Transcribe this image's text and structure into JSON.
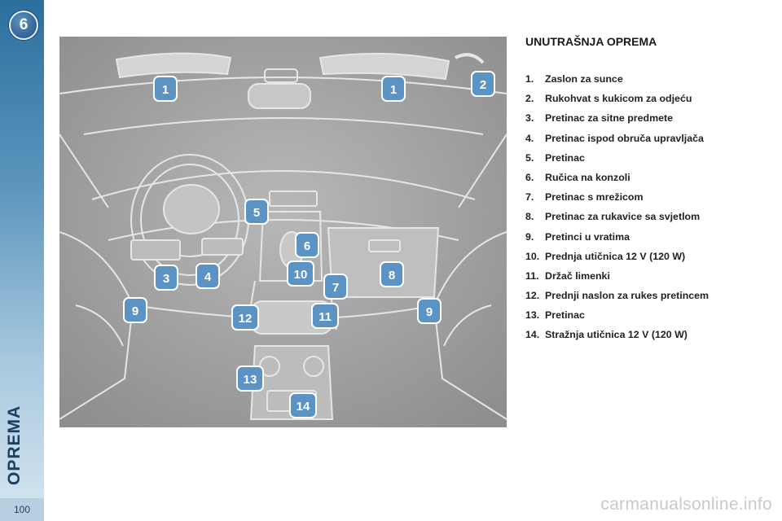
{
  "sidebar": {
    "chapter_number": "6",
    "title": "OPREMA",
    "page_number": "100",
    "color": "#2c6f9c"
  },
  "section": {
    "title": "UNUTRAŠNJA OPREMA"
  },
  "items": [
    {
      "num": "1.",
      "text": "Zaslon za sunce"
    },
    {
      "num": "2.",
      "text": "Rukohvat s kukicom za odjeću"
    },
    {
      "num": "3.",
      "text": "Pretinac za sitne predmete"
    },
    {
      "num": "4.",
      "text": "Pretinac ispod obruča upravljača"
    },
    {
      "num": "5.",
      "text": "Pretinac"
    },
    {
      "num": "6.",
      "text": "Ručica na konzoli"
    },
    {
      "num": "7.",
      "text": "Pretinac s mrežicom"
    },
    {
      "num": "8.",
      "text": "Pretinac za rukavice sa svjetlom"
    },
    {
      "num": "9.",
      "text": "Pretinci u vratima"
    },
    {
      "num": "10.",
      "text": "Prednja utičnica 12 V (120 W)"
    },
    {
      "num": "11.",
      "text": "Držač limenki"
    },
    {
      "num": "12.",
      "text": "Prednji naslon za rukes pretincem"
    },
    {
      "num": "13.",
      "text": "Pretinac"
    },
    {
      "num": "14.",
      "text": "Stražnja utičnica 12 V (120 W)"
    }
  ],
  "illustration": {
    "callout_color": "#5c93c5",
    "callouts": [
      "1",
      "1",
      "2",
      "5",
      "6",
      "3",
      "4",
      "10",
      "8",
      "7",
      "9",
      "12",
      "11",
      "9",
      "13",
      "14"
    ]
  },
  "watermark": "carmanualsonline.info"
}
